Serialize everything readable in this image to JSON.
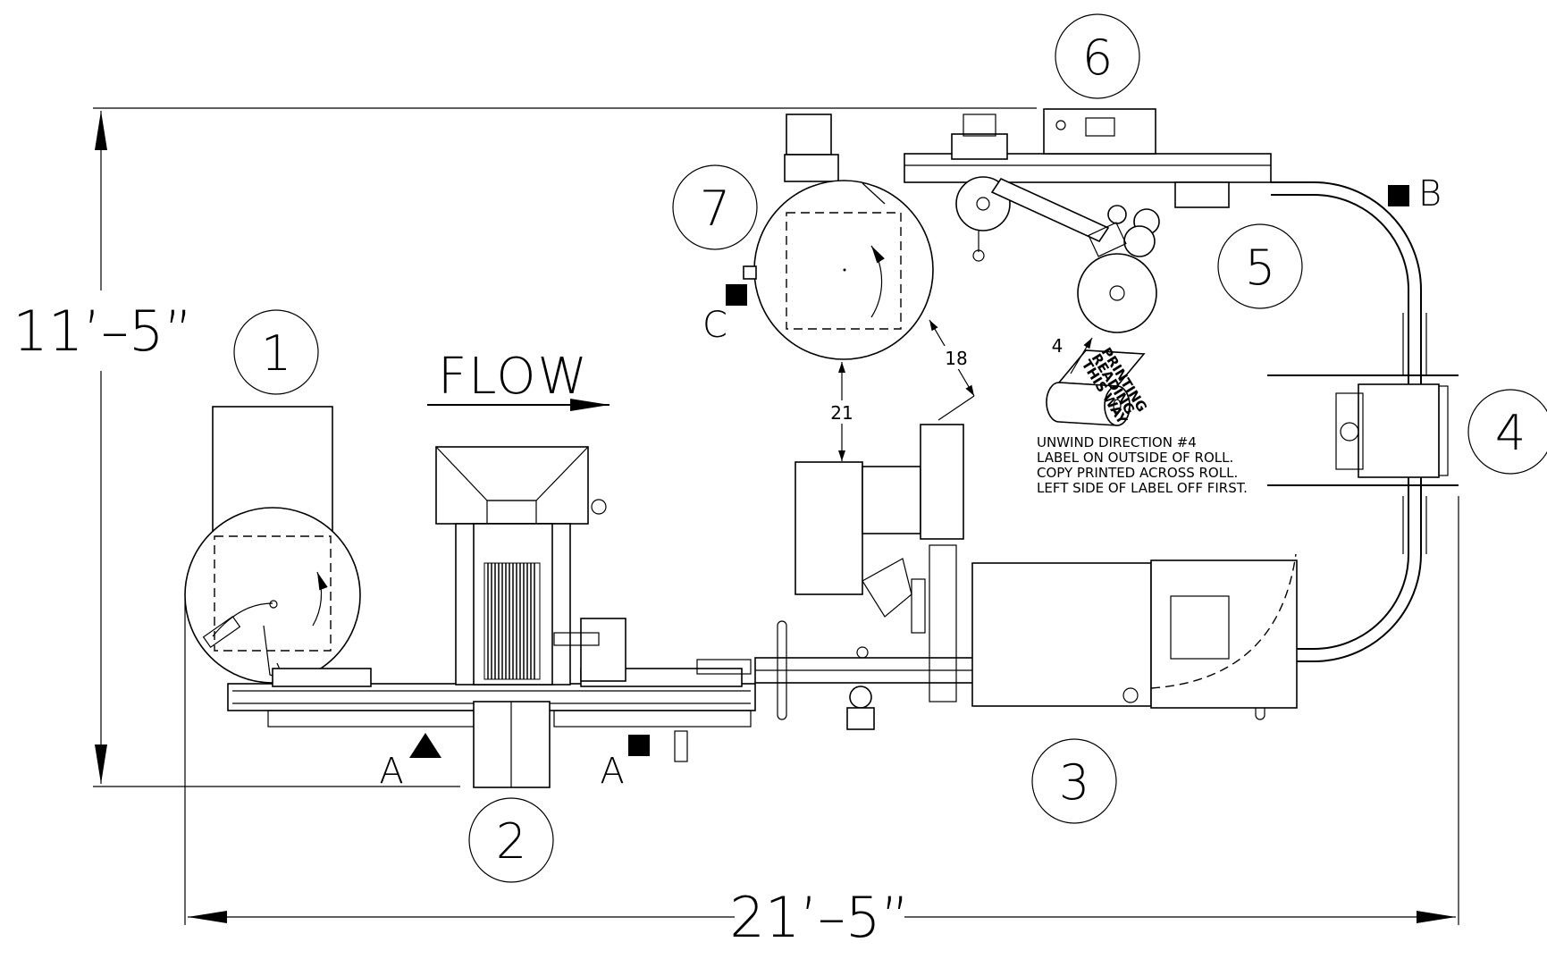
{
  "title": "",
  "dimensions": {
    "height": "11’–5”",
    "width": "21’–5”"
  },
  "flow_label": "FLOW",
  "stations": [
    {
      "id": "1"
    },
    {
      "id": "2"
    },
    {
      "id": "3"
    },
    {
      "id": "4"
    },
    {
      "id": "5"
    },
    {
      "id": "6"
    },
    {
      "id": "7"
    }
  ],
  "section_markers": [
    {
      "letter": "A",
      "shape": "triangle"
    },
    {
      "letter": "A",
      "shape": "square"
    },
    {
      "letter": "B",
      "shape": "square"
    },
    {
      "letter": "C",
      "shape": "square"
    }
  ],
  "clearances": {
    "d18": "18",
    "d21": "21"
  },
  "label_roll": {
    "number": "4",
    "roll_text": [
      "PRINTING",
      "READING",
      "THIS WAY"
    ],
    "note_lines": [
      "UNWIND DIRECTION #4",
      "LABEL ON OUTSIDE OF ROLL.",
      "COPY PRINTED ACROSS ROLL.",
      "LEFT SIDE OF LABEL OFF FIRST."
    ]
  },
  "colors": {
    "line": "#000000",
    "background": "#ffffff"
  }
}
